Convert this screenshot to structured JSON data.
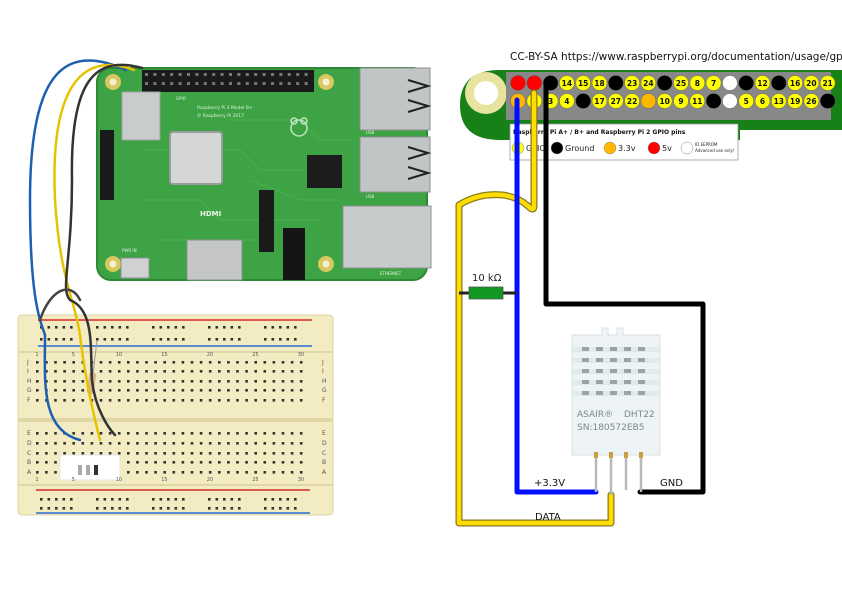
{
  "credit": "CC-BY-SA https://www.raspberrypi.org/documentation/usage/gpio/",
  "gpio_header": {
    "title": "Raspberry Pi A+ / B+ and Raspberry Pi 2 GPIO pins",
    "top_row": [
      {
        "type": "5v",
        "label": ""
      },
      {
        "type": "5v",
        "label": ""
      },
      {
        "type": "gnd",
        "label": ""
      },
      {
        "type": "gpio",
        "label": "14"
      },
      {
        "type": "gpio",
        "label": "15"
      },
      {
        "type": "gpio",
        "label": "18"
      },
      {
        "type": "gnd",
        "label": ""
      },
      {
        "type": "gpio",
        "label": "23"
      },
      {
        "type": "gpio",
        "label": "24"
      },
      {
        "type": "gnd",
        "label": ""
      },
      {
        "type": "gpio",
        "label": "25"
      },
      {
        "type": "gpio",
        "label": "8"
      },
      {
        "type": "gpio",
        "label": "7"
      },
      {
        "type": "id",
        "label": ""
      },
      {
        "type": "gnd",
        "label": ""
      },
      {
        "type": "gpio",
        "label": "12"
      },
      {
        "type": "gnd",
        "label": ""
      },
      {
        "type": "gpio",
        "label": "16"
      },
      {
        "type": "gpio",
        "label": "20"
      },
      {
        "type": "gpio",
        "label": "21"
      }
    ],
    "bottom_row": [
      {
        "type": "3v3",
        "label": ""
      },
      {
        "type": "gpio",
        "label": "2"
      },
      {
        "type": "gpio",
        "label": "3"
      },
      {
        "type": "gpio",
        "label": "4"
      },
      {
        "type": "gnd",
        "label": ""
      },
      {
        "type": "gpio",
        "label": "17"
      },
      {
        "type": "gpio",
        "label": "27"
      },
      {
        "type": "gpio",
        "label": "22"
      },
      {
        "type": "3v3",
        "label": ""
      },
      {
        "type": "gpio",
        "label": "10"
      },
      {
        "type": "gpio",
        "label": "9"
      },
      {
        "type": "gpio",
        "label": "11"
      },
      {
        "type": "gnd",
        "label": ""
      },
      {
        "type": "id",
        "label": ""
      },
      {
        "type": "gpio",
        "label": "5"
      },
      {
        "type": "gpio",
        "label": "6"
      },
      {
        "type": "gpio",
        "label": "13"
      },
      {
        "type": "gpio",
        "label": "19"
      },
      {
        "type": "gpio",
        "label": "26"
      },
      {
        "type": "gnd",
        "label": ""
      }
    ],
    "legend": [
      {
        "type": "gpio",
        "label": "GPIO"
      },
      {
        "type": "gnd",
        "label": "Ground"
      },
      {
        "type": "3v3",
        "label": "3.3v"
      },
      {
        "type": "5v",
        "label": "5v"
      },
      {
        "type": "id",
        "label": "ID EEPROM",
        "sublabel": "Advanced use only!"
      }
    ],
    "colors": {
      "gpio": "#ffff00",
      "gnd": "#000000",
      "3v3": "#ffb800",
      "5v": "#ff0000",
      "id": "#ffffff"
    }
  },
  "schematic": {
    "resistor_label": "10 kΩ",
    "vcc_label": "+3.3V",
    "data_label": "DATA",
    "gnd_label": "GND",
    "sensor": {
      "brand": "ASAIR®",
      "model": "DHT22",
      "serial": "SN:180572EB5"
    },
    "wire_colors": {
      "vcc": "#0010ff",
      "data": "#ffdd00",
      "gnd": "#000000"
    }
  },
  "photo": {
    "board_text": [
      "Raspberry Pi 3 Model B+",
      "© Raspberry Pi 2017"
    ],
    "hdmi_label": "HDMI",
    "power_label": "PWR IN",
    "ethernet_label": "ETHERNET",
    "usb_label": "USB",
    "gpio_label": "GPIO",
    "breadboard_cols": [
      "1",
      "5",
      "10",
      "15",
      "20",
      "25",
      "30"
    ],
    "breadboard_rows_top": [
      "J",
      "I",
      "H",
      "G",
      "F"
    ],
    "breadboard_rows_bottom": [
      "E",
      "D",
      "C",
      "B",
      "A"
    ]
  }
}
